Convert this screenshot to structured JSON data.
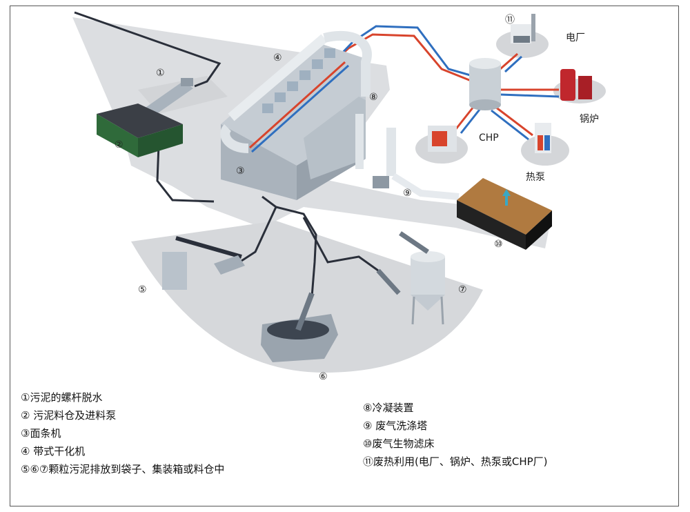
{
  "markers": {
    "m1": "①",
    "m2": "②",
    "m3": "③",
    "m4": "④",
    "m5": "⑤",
    "m6": "⑥",
    "m7": "⑦",
    "m8": "⑧",
    "m9": "⑨",
    "m10": "⑩",
    "m11": "⑪"
  },
  "labels": {
    "power_plant": "电厂",
    "boiler": "锅炉",
    "chp": "CHP",
    "heat_pump": "热泵"
  },
  "legend_left": [
    "①污泥的螺杆脱水",
    "② 污泥料仓及进料泵",
    "③面条机",
    "④ 带式干化机",
    "⑤⑥⑦颗粒污泥排放到袋子、集装箱或料仓中"
  ],
  "legend_right": [
    "⑧冷凝装置",
    "⑨ 废气洗涤塔",
    "⑩废气生物滤床",
    "⑪废热利用(电厂、锅炉、热泵或CHP厂)"
  ],
  "colors": {
    "pipe_dark": "#2a2f3a",
    "pipe_red": "#d8442c",
    "pipe_blue": "#2f6fbf",
    "floor": "#d9dbde",
    "steel": "#b9c2cb",
    "green": "#2f6a3a"
  }
}
